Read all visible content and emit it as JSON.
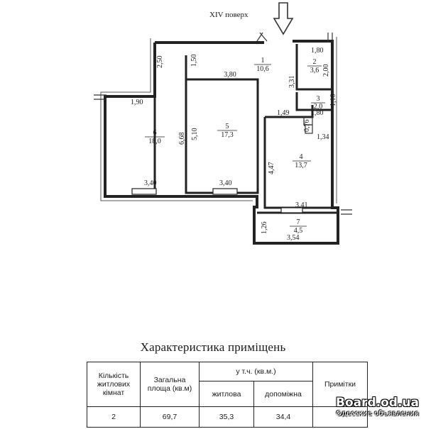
{
  "plan": {
    "floor_label": "XIV поверх",
    "rooms": [
      {
        "num": "1",
        "area": "10,6"
      },
      {
        "num": "2",
        "area": "3,6"
      },
      {
        "num": "3",
        "area": "2,0"
      },
      {
        "num": "4",
        "area": "13,7"
      },
      {
        "num": "5",
        "area": "17,3"
      },
      {
        "num": "6",
        "area": "18,0"
      },
      {
        "num": "7",
        "area": "4,5"
      }
    ],
    "dimensions": [
      "2,50",
      "1,50",
      "3,80",
      "1,80",
      "2,00",
      "3,31",
      "1,10",
      "1,49",
      "1,80",
      "0,76",
      "1,34",
      "1,90",
      "6,68",
      "5,10",
      "4,47",
      "3,40",
      "3,40",
      "3,41",
      "1,26",
      "3,54"
    ]
  },
  "table": {
    "title": "Характеристика приміщень",
    "headers": {
      "rooms_count": "Кількість житлових кімнат",
      "total_area": "Загальна площа (кв.м)",
      "incl": "у т.ч. (кв.м.)",
      "living": "житлова",
      "auxiliary": "допоміжна",
      "notes": "Примітки"
    },
    "row": {
      "rooms_count": "2",
      "total_area": "69,7",
      "living": "35,3",
      "auxiliary": "34,4",
      "notes": ""
    }
  },
  "watermark": {
    "main": "Board.od.ua",
    "sub": "Одесские объявления"
  }
}
